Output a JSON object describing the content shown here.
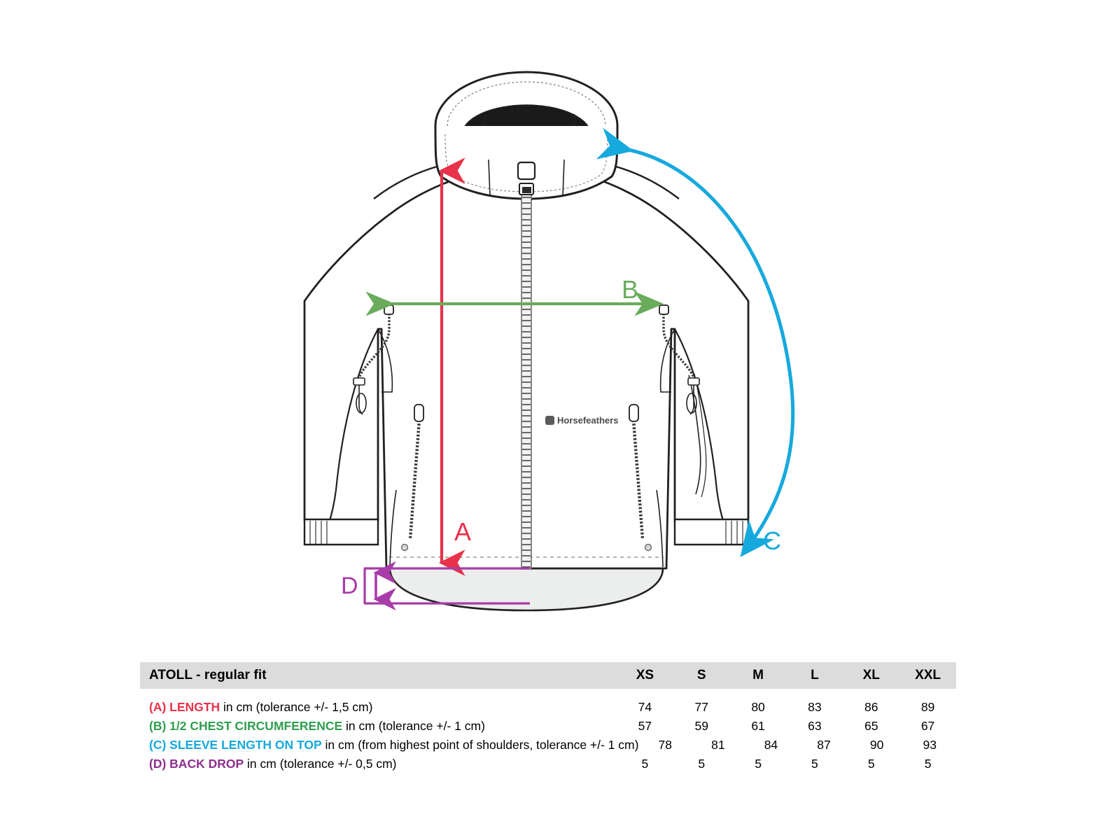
{
  "product": {
    "name": "ATOLL - regular fit",
    "brand_logo_text": "Horsefeathers"
  },
  "diagram": {
    "labels": {
      "a": "A",
      "b": "B",
      "c": "C",
      "d": "D"
    },
    "colors": {
      "a": "#e8324a",
      "b": "#6aab5c",
      "c": "#16a9dd",
      "d": "#a83ca8",
      "outline": "#231f20",
      "shade": "#eceded",
      "hood_interior": "#1a1a1a"
    }
  },
  "table": {
    "title": "ATOLL - regular fit",
    "size_headers": [
      "XS",
      "S",
      "M",
      "L",
      "XL",
      "XXL"
    ],
    "rows": [
      {
        "code": "(A)",
        "name": "LENGTH",
        "rest": " in cm (tolerance +/- 1,5 cm)",
        "color": "#e8324a",
        "values": [
          "74",
          "77",
          "80",
          "83",
          "86",
          "89"
        ]
      },
      {
        "code": "(B)",
        "name": "1/2 CHEST CIRCUMFERENCE",
        "rest": " in cm (tolerance +/- 1 cm)",
        "color": "#2f9e4f",
        "values": [
          "57",
          "59",
          "61",
          "63",
          "65",
          "67"
        ]
      },
      {
        "code": "(C)",
        "name": "SLEEVE LENGTH ON TOP",
        "rest": " in cm (from highest point of shoulders, tolerance +/- 1 cm)",
        "color": "#16a9dd",
        "values": [
          "78",
          "81",
          "84",
          "87",
          "90",
          "93"
        ]
      },
      {
        "code": "(D)",
        "name": "BACK DROP",
        "rest": " in cm (tolerance +/- 0,5 cm)",
        "color": "#8e2f8e",
        "values": [
          "5",
          "5",
          "5",
          "5",
          "5",
          "5"
        ]
      }
    ]
  }
}
